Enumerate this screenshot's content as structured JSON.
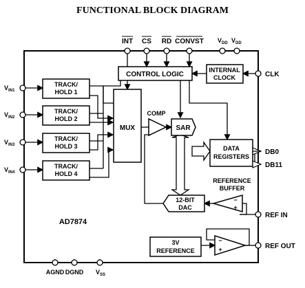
{
  "title": "FUNCTIONAL BLOCK DIAGRAM",
  "part_number": "AD7874",
  "top_pins": {
    "int": "INT",
    "cs": "CS",
    "rd": "RD",
    "convst": "CONVST",
    "vdd1": "V",
    "vdd2": "V",
    "vdd_sub": "DD"
  },
  "inputs": [
    {
      "v": "V",
      "sub": "IN1",
      "th1": "TRACK/",
      "th2": "HOLD 1"
    },
    {
      "v": "V",
      "sub": "IN2",
      "th1": "TRACK/",
      "th2": "HOLD 2"
    },
    {
      "v": "V",
      "sub": "IN3",
      "th1": "TRACK/",
      "th2": "HOLD 3"
    },
    {
      "v": "V",
      "sub": "IN4",
      "th1": "TRACK/",
      "th2": "HOLD 4"
    }
  ],
  "blocks": {
    "control_logic": "CONTROL LOGIC",
    "internal_clock_1": "INTERNAL",
    "internal_clock_2": "CLOCK",
    "mux": "MUX",
    "comp": "COMP",
    "sar": "SAR",
    "data_registers_1": "DATA",
    "data_registers_2": "REGISTERS",
    "dac_1": "12-BIT",
    "dac_2": "DAC",
    "ref_buffer_1": "REFERENCE",
    "ref_buffer_2": "BUFFER",
    "ref3v_1": "3V",
    "ref3v_2": "REFERENCE"
  },
  "right_pins": {
    "clk": "CLK",
    "db0": "DB0",
    "db11": "DB11",
    "ref_in": "REF IN",
    "ref_out": "REF OUT"
  },
  "bottom_pins": {
    "agnd": "AGND",
    "dgnd": "DGND",
    "vss": "V",
    "vss_sub": "SS"
  }
}
